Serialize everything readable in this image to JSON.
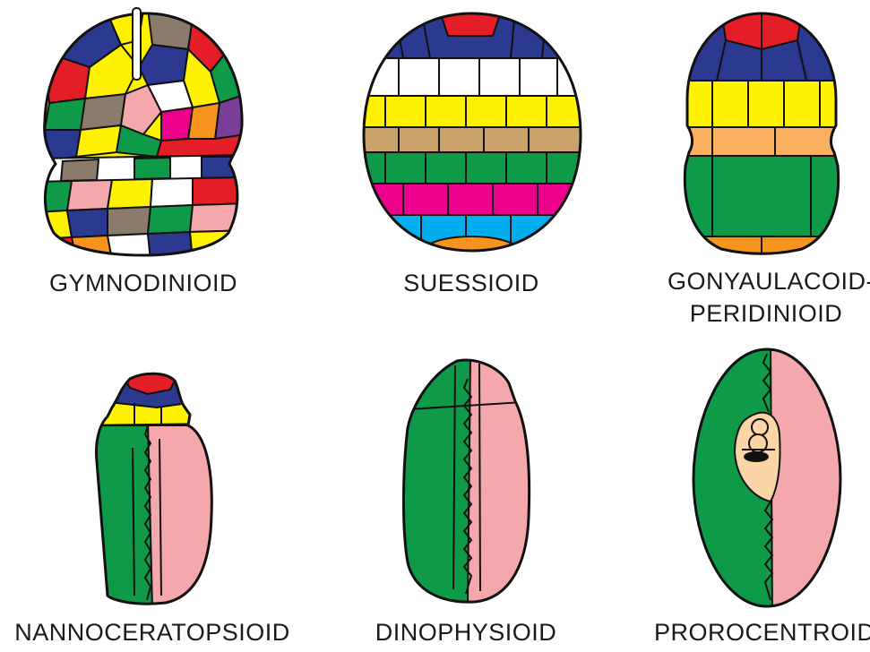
{
  "labels": {
    "gymnodinioid": "GYMNODINIOID",
    "suessioid": "SUESSIOID",
    "gonyaulacoid_1": "GONYAULACOID-",
    "gonyaulacoid_2": "PERIDINIOID",
    "nannoceratopsioid": "NANNOCERATOPSIOID",
    "dinophysioid": "DINOPHYSIOID",
    "prorocentroid": "PROROCENTROID"
  },
  "colors": {
    "red": "#e41e26",
    "blue": "#2b3990",
    "yellow": "#fff200",
    "tan": "#c9a36b",
    "orange": "#f7941d",
    "light_orange": "#fbb05f",
    "green": "#0e9a48",
    "magenta": "#ec008c",
    "cyan": "#00aeef",
    "pink": "#f4a8ab",
    "peach": "#fcd5a6",
    "brown": "#8b7b6b",
    "purple": "#7b3f99",
    "white": "#ffffff",
    "outline": "#111111"
  }
}
